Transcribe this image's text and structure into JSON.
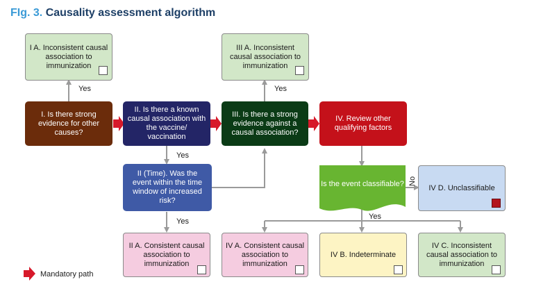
{
  "figure": {
    "label": "FIg. 3.",
    "title": "Causality assessment algorithm"
  },
  "colors": {
    "step1": "#6b2c0b",
    "step2": "#232566",
    "step2_time": "#3f5aa6",
    "step3": "#0b3b16",
    "step4": "#c4111a",
    "decision": "#68b531",
    "consistent": "#f5cce0",
    "inconsistent": "#d2e7c8",
    "indeterminate": "#fdf4c4",
    "unclassifiable": "#c8daf2",
    "mandatory_arrow": "#d7192a",
    "connector": "#9a9a9a",
    "unclassifiable_check": "#b3151e"
  },
  "steps": {
    "step1": "I. Is there strong evidence for other causes?",
    "step2": "II. Is there a known causal association with the vaccine/ vaccination",
    "step2_time": "II (Time). Was the event within the time window of increased risk?",
    "step3": "III. Is there a strong evidence against a causal association?",
    "step4": "IV. Review other qualifying factors",
    "decision": "Is the event classifiable?"
  },
  "outcomes": {
    "ia": "I A. Inconsistent causal association to immunization",
    "iiia": "III A. Inconsistent causal association to immunization",
    "iia": "II A. Consistent causal association to immunization",
    "iva": "IV A. Consistent causal association to immunization",
    "ivb": "IV B. Indeterminate",
    "ivc": "IV C. Inconsistent causal association to immunization",
    "ivd": "IV D. Unclassifiable"
  },
  "edge_labels": {
    "yes_step1": "Yes",
    "yes_step3": "Yes",
    "yes_step2": "Yes",
    "yes_time": "Yes",
    "yes_decision": "Yes",
    "no_decision": "No"
  },
  "legend": {
    "mandatory_path": "Mandatory path"
  }
}
